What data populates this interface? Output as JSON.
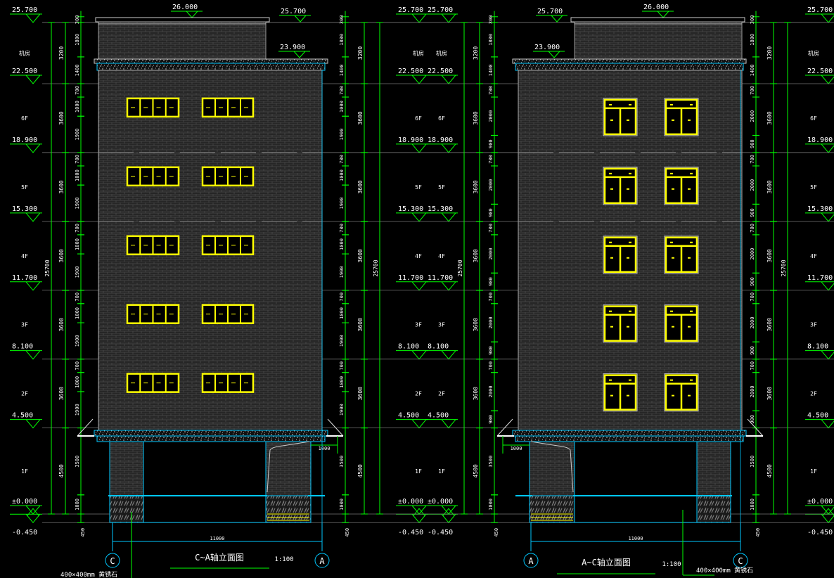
{
  "colors": {
    "background": "#000000",
    "dimension": "#00ff00",
    "axis": "#00c8ff",
    "window": "#ffff00",
    "wall": "#2b2b2b",
    "text": "#ffffff"
  },
  "levels": [
    {
      "label": "25.700",
      "elev": 25.7
    },
    {
      "label": "22.500",
      "elev": 22.5
    },
    {
      "label": "18.900",
      "elev": 18.9
    },
    {
      "label": "15.300",
      "elev": 15.3
    },
    {
      "label": "11.700",
      "elev": 11.7
    },
    {
      "label": "8.100",
      "elev": 8.1
    },
    {
      "label": "4.500",
      "elev": 4.5
    },
    {
      "label": "±0.000",
      "elev": 0
    },
    {
      "label": "-0.450",
      "elev": -0.45
    }
  ],
  "floors": [
    {
      "label": "机房",
      "top": 25.7,
      "bottom": 22.5,
      "height": "3200"
    },
    {
      "label": "6F",
      "top": 22.5,
      "bottom": 18.9,
      "height": "3600"
    },
    {
      "label": "5F",
      "top": 18.9,
      "bottom": 15.3,
      "height": "3600"
    },
    {
      "label": "4F",
      "top": 15.3,
      "bottom": 11.7,
      "height": "3600"
    },
    {
      "label": "3F",
      "top": 11.7,
      "bottom": 8.1,
      "height": "3600"
    },
    {
      "label": "2F",
      "top": 8.1,
      "bottom": 4.5,
      "height": "3600"
    },
    {
      "label": "1F",
      "top": 4.5,
      "bottom": 0,
      "height": "4500"
    }
  ],
  "total_height": "25700",
  "plinth": "450",
  "elevations": [
    {
      "title": "C~A轴立面图",
      "scale": "1:100",
      "axis_left": "C",
      "axis_right": "A",
      "width_dim": "11000",
      "note": "400×400mm 黄锈石",
      "roof_level": "26.000",
      "stair_roof_level": "23.900",
      "porch_dim": "1000",
      "window_type": "strip",
      "segments": [
        {
          "from": 26.0,
          "to": 25.7,
          "label": "300"
        },
        {
          "from": 25.7,
          "to": 23.9,
          "label": "1800"
        },
        {
          "from": 23.9,
          "to": 22.5,
          "label": "1400"
        },
        {
          "from": 22.5,
          "to": 21.8,
          "label": "700"
        },
        {
          "from": 21.8,
          "to": 20.8,
          "label": "1000"
        },
        {
          "from": 20.8,
          "to": 18.9,
          "label": "1900"
        },
        {
          "from": 18.9,
          "to": 18.2,
          "label": "700"
        },
        {
          "from": 18.2,
          "to": 17.2,
          "label": "1000"
        },
        {
          "from": 17.2,
          "to": 15.3,
          "label": "1900"
        },
        {
          "from": 15.3,
          "to": 14.6,
          "label": "700"
        },
        {
          "from": 14.6,
          "to": 13.6,
          "label": "1000"
        },
        {
          "from": 13.6,
          "to": 11.7,
          "label": "1900"
        },
        {
          "from": 11.7,
          "to": 11.0,
          "label": "700"
        },
        {
          "from": 11.0,
          "to": 10.0,
          "label": "1000"
        },
        {
          "from": 10.0,
          "to": 8.1,
          "label": "1900"
        },
        {
          "from": 8.1,
          "to": 7.4,
          "label": "700"
        },
        {
          "from": 7.4,
          "to": 6.4,
          "label": "1000"
        },
        {
          "from": 6.4,
          "to": 4.5,
          "label": "1900"
        },
        {
          "from": 4.5,
          "to": 1.0,
          "label": "3500"
        },
        {
          "from": 1.0,
          "to": 0,
          "label": "1000"
        }
      ]
    },
    {
      "title": "A~C轴立面图",
      "scale": "1:100",
      "axis_left": "A",
      "axis_right": "C",
      "width_dim": "11000",
      "note": "400×400mm 黄锈石",
      "roof_level": "26.000",
      "stair_roof_level": "23.900",
      "porch_dim": "1000",
      "window_type": "casement",
      "segments": [
        {
          "from": 26.0,
          "to": 25.7,
          "label": "300"
        },
        {
          "from": 25.7,
          "to": 23.9,
          "label": "1800"
        },
        {
          "from": 23.9,
          "to": 22.5,
          "label": "1400"
        },
        {
          "from": 22.5,
          "to": 21.8,
          "label": "700"
        },
        {
          "from": 21.8,
          "to": 19.8,
          "label": "2000"
        },
        {
          "from": 19.8,
          "to": 18.9,
          "label": "900"
        },
        {
          "from": 18.9,
          "to": 18.2,
          "label": "700"
        },
        {
          "from": 18.2,
          "to": 16.2,
          "label": "2000"
        },
        {
          "from": 16.2,
          "to": 15.3,
          "label": "900"
        },
        {
          "from": 15.3,
          "to": 14.6,
          "label": "700"
        },
        {
          "from": 14.6,
          "to": 12.6,
          "label": "2000"
        },
        {
          "from": 12.6,
          "to": 11.7,
          "label": "900"
        },
        {
          "from": 11.7,
          "to": 11.0,
          "label": "700"
        },
        {
          "from": 11.0,
          "to": 9.0,
          "label": "2000"
        },
        {
          "from": 9.0,
          "to": 8.1,
          "label": "900"
        },
        {
          "from": 8.1,
          "to": 7.4,
          "label": "700"
        },
        {
          "from": 7.4,
          "to": 5.4,
          "label": "2000"
        },
        {
          "from": 5.4,
          "to": 4.5,
          "label": "900"
        },
        {
          "from": 4.5,
          "to": 1.0,
          "label": "3500"
        },
        {
          "from": 1.0,
          "to": 0,
          "label": "1000"
        }
      ]
    }
  ]
}
